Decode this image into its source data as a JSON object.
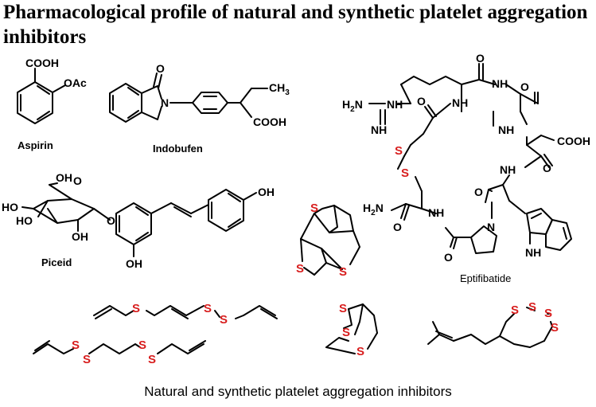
{
  "title": "Pharmacological profile of natural and synthetic platelet aggregation inhibitors",
  "caption": "Natural and synthetic platelet aggregation inhibitors",
  "compounds": {
    "aspirin": {
      "name": "Aspirin",
      "groups": [
        "COOH",
        "OAc"
      ]
    },
    "indobufen": {
      "name": "Indobufen",
      "groups": [
        "O",
        "N",
        "CH3",
        "COOH"
      ]
    },
    "piceid": {
      "name": "Piceid",
      "groups": [
        "OH",
        "HO",
        "HO",
        "OH",
        "O",
        "O",
        "OH",
        "OH"
      ]
    },
    "eptifibatide": {
      "name": "Eptifibatide",
      "groups": [
        "O",
        "NH",
        "H2N",
        "NH",
        "O",
        "NH",
        "O",
        "NH",
        "COOH",
        "S",
        "S",
        "NH",
        "O",
        "H2N",
        "O",
        "NH",
        "O",
        "N",
        "O",
        "NH"
      ]
    },
    "trithiaadamantane": {
      "groups": [
        "S",
        "S",
        "S"
      ]
    },
    "ajoene": {
      "groups": [
        "S",
        "S",
        "S"
      ]
    },
    "tetrasulfide": {
      "groups": [
        "S",
        "S",
        "S",
        "S"
      ]
    },
    "trithia_cage": {
      "groups": [
        "S",
        "S",
        "S"
      ]
    },
    "tetrathiocane": {
      "groups": [
        "S",
        "S",
        "S",
        "S"
      ]
    }
  },
  "colors": {
    "sulfur": "#d81e1e",
    "bond": "#000000"
  }
}
